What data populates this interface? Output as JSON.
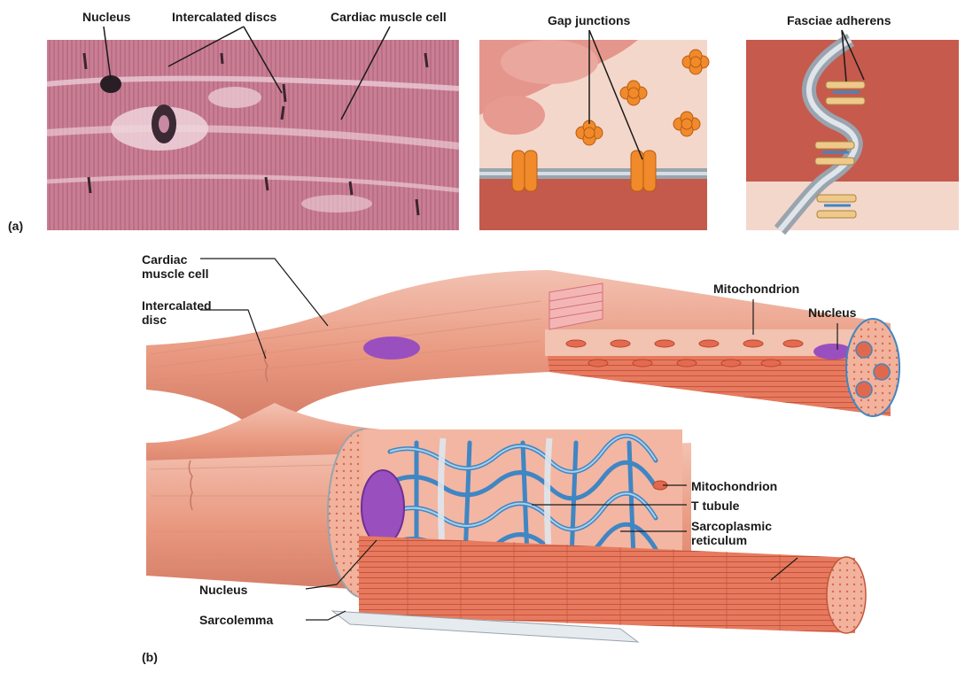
{
  "figure": {
    "panel_a": {
      "letter": "(a)",
      "micrograph_labels": {
        "nucleus": "Nucleus",
        "intercalated_discs": "Intercalated discs",
        "cardiac_muscle_cell": "Cardiac muscle cell"
      },
      "gap_junctions": "Gap junctions",
      "fasciae_adherens": "Fasciae adherens"
    },
    "panel_b": {
      "letter": "(b)",
      "labels": {
        "cardiac_muscle_cell": "Cardiac\nmuscle cell",
        "intercalated_disc": "Intercalated\ndisc",
        "mitochondrion_top": "Mitochondrion",
        "nucleus_top": "Nucleus",
        "mitochondrion_right": "Mitochondrion",
        "t_tubule": "T tubule",
        "sarcoplasmic_reticulum": "Sarcoplasmic\nreticulum",
        "nucleus_bottom": "Nucleus",
        "sarcolemma": "Sarcolemma"
      }
    },
    "colors": {
      "micrograph": "#c7738a",
      "muscle": "#e9856d",
      "gap_junction": "#f08a2a",
      "sarcoplasmic_reticulum": "#3f86c4",
      "nucleus": "#9a4fbf"
    }
  }
}
